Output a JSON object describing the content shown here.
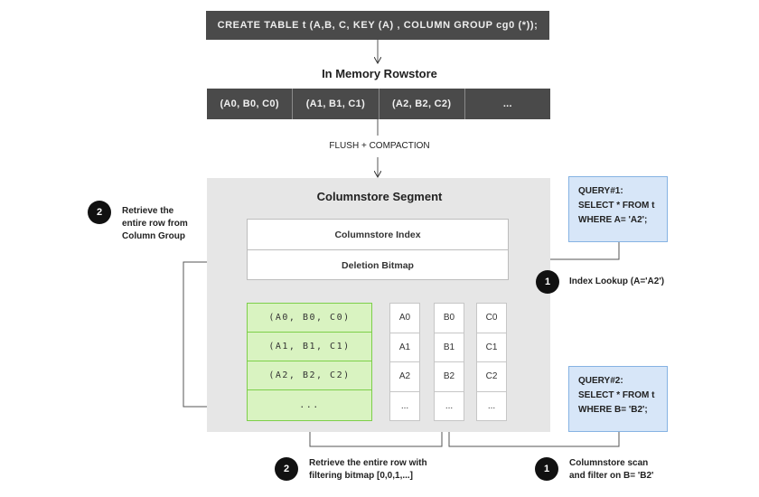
{
  "sql": "CREATE TABLE  t (A,B, C, KEY (A) , COLUMN GROUP cg0 (*));",
  "rowstore": {
    "title": "In Memory Rowstore",
    "cells": [
      "(A0, B0, C0)",
      "(A1, B1, C1)",
      "(A2, B2, C2)",
      "..."
    ]
  },
  "flush_label": "FLUSH + COMPACTION",
  "segment": {
    "title": "Columnstore Segment",
    "index_label": "Columnstore Index",
    "bitmap_label": "Deletion Bitmap",
    "column_group_rows": [
      "(A0, B0, C0)",
      "(A1, B1, C1)",
      "(A2, B2, C2)",
      "..."
    ],
    "columns": [
      [
        "A0",
        "A1",
        "A2",
        "..."
      ],
      [
        "B0",
        "B1",
        "B2",
        "..."
      ],
      [
        "C0",
        "C1",
        "C2",
        "..."
      ]
    ]
  },
  "query1": {
    "line1": "QUERY#1:",
    "line2": "SELECT * FROM t",
    "line3": "WHERE A= 'A2';"
  },
  "query2": {
    "line1": "QUERY#2:",
    "line2": "SELECT * FROM t",
    "line3": "WHERE B= 'B2';"
  },
  "steps": {
    "top_left": {
      "badge": "2",
      "line1": "Retrieve the",
      "line2": "entire row from",
      "line3": "Column Group"
    },
    "index_lookup": {
      "badge": "1",
      "text": "Index Lookup (A='A2')"
    },
    "bottom_left": {
      "badge": "2",
      "line1": "Retrieve the entire row with",
      "line2": "filtering bitmap [0,0,1,...]"
    },
    "bottom_right": {
      "badge": "1",
      "line1": "Columnstore scan",
      "line2": "and filter on B= 'B2'"
    }
  },
  "colors": {
    "dark_cell": "#4a4a4a",
    "segment_bg": "#e6e6e6",
    "green_fill": "#d9f3c1",
    "green_border": "#7dcf4a",
    "query_fill": "#d7e6f8",
    "query_border": "#86b3e3"
  }
}
